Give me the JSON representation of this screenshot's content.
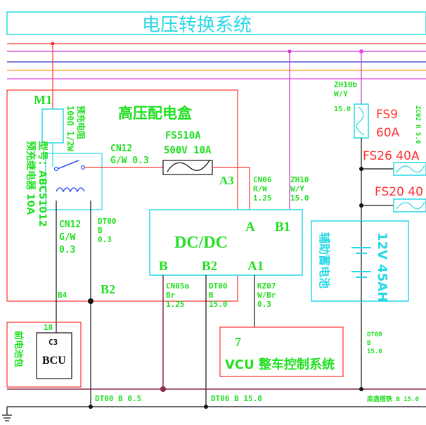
{
  "title": "电压转换系统",
  "boxes": {
    "hv_box": "高压配电盒",
    "m1": "M1",
    "relay_rating": "100Ω 1/2W",
    "relay_rating2": "预充电阻",
    "relay_label": "预充继电器 10A",
    "relay_model": "型号：ABC51012",
    "fuse_name": "FS510A",
    "fuse_rating": "500V 10A",
    "a3": "A3",
    "b2_box": "B2",
    "dcdc": "DC/DC",
    "dcdc_a": "A",
    "dcdc_b1": "B1",
    "dcdc_b": "B",
    "dcdc_b2": "B2",
    "dcdc_a1": "A1",
    "vcu_num": "7",
    "vcu": "VCU 整车控制系统",
    "bcu_pin": "18",
    "bcu_c3": "C3",
    "bcu": "BCU",
    "bcu_side": "前电池包",
    "aux_battery_label": "辅助蓄电池",
    "aux_battery_rating": "12V 45AH",
    "fs9": "FS9",
    "fs9_a": "60A",
    "fs26": "FS26 40A",
    "fs20": "FS20 40",
    "zc": "ZC02 R 5.0"
  },
  "wires": {
    "cn12_top": "CN12",
    "cn12_top2": "G/W 0.3",
    "cn12_left": "CN12",
    "cn12_left2": "G/W",
    "cn12_left3": "0.3",
    "dt00_a": "DT00",
    "dt00_a2": "B",
    "dt00_a3": "0.3",
    "cn06": "CN06",
    "cn06_2": "R/W",
    "cn06_3": "1.25",
    "zh10": "ZH10",
    "zh10_2": "W/Y",
    "zh10_3": "15.0",
    "zh10b": "ZH10b",
    "zh10b_2": "W/Y",
    "zh10b_3": "15.0",
    "cn05a": "CN05a",
    "cn05a_2": "Br",
    "cn05a_3": "1.25",
    "dt00_b": "DT00",
    "dt00_b2": "B",
    "dt00_b3": "15.0",
    "kz07": "KZ07",
    "kz07_2": "W/Br",
    "kz07_3": "0.3",
    "b4": "B4",
    "dt00_c": "DT00",
    "dt00_c2": "B",
    "dt00_c3": "15.0",
    "bottom1": "DT00 B 0.5",
    "bottom2": "DT06 B 15.0",
    "bottom3": "底盘搭铁 B 15.0"
  }
}
